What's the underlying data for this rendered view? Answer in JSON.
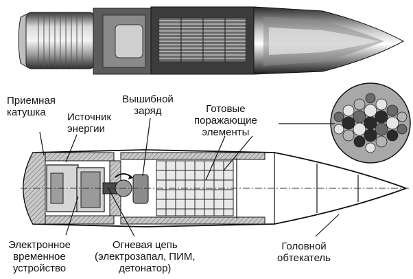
{
  "labels": {
    "receiving_coil": [
      "Приемная",
      "катушка"
    ],
    "power_source": [
      "Источник",
      "энергии"
    ],
    "ejection_charge": [
      "Вышибной",
      "заряд"
    ],
    "fragments": [
      "Готовые",
      "поражающие",
      "элементы"
    ],
    "electronic_timer": [
      "Электронное",
      "временное",
      "устройство"
    ],
    "fire_chain": [
      "Огневая цепь",
      "(электрозапал, ПИМ,",
      "детонатор)"
    ],
    "nose_fairing": [
      "Головной",
      "обтекатель"
    ]
  },
  "colors": {
    "metal_light": "#d8d8d8",
    "metal_mid": "#9a9a9a",
    "metal_dark": "#4a4a4a",
    "outline": "#111111",
    "section_fill": "#bdbdbd",
    "fragment_fill": "#f2f2f2"
  }
}
